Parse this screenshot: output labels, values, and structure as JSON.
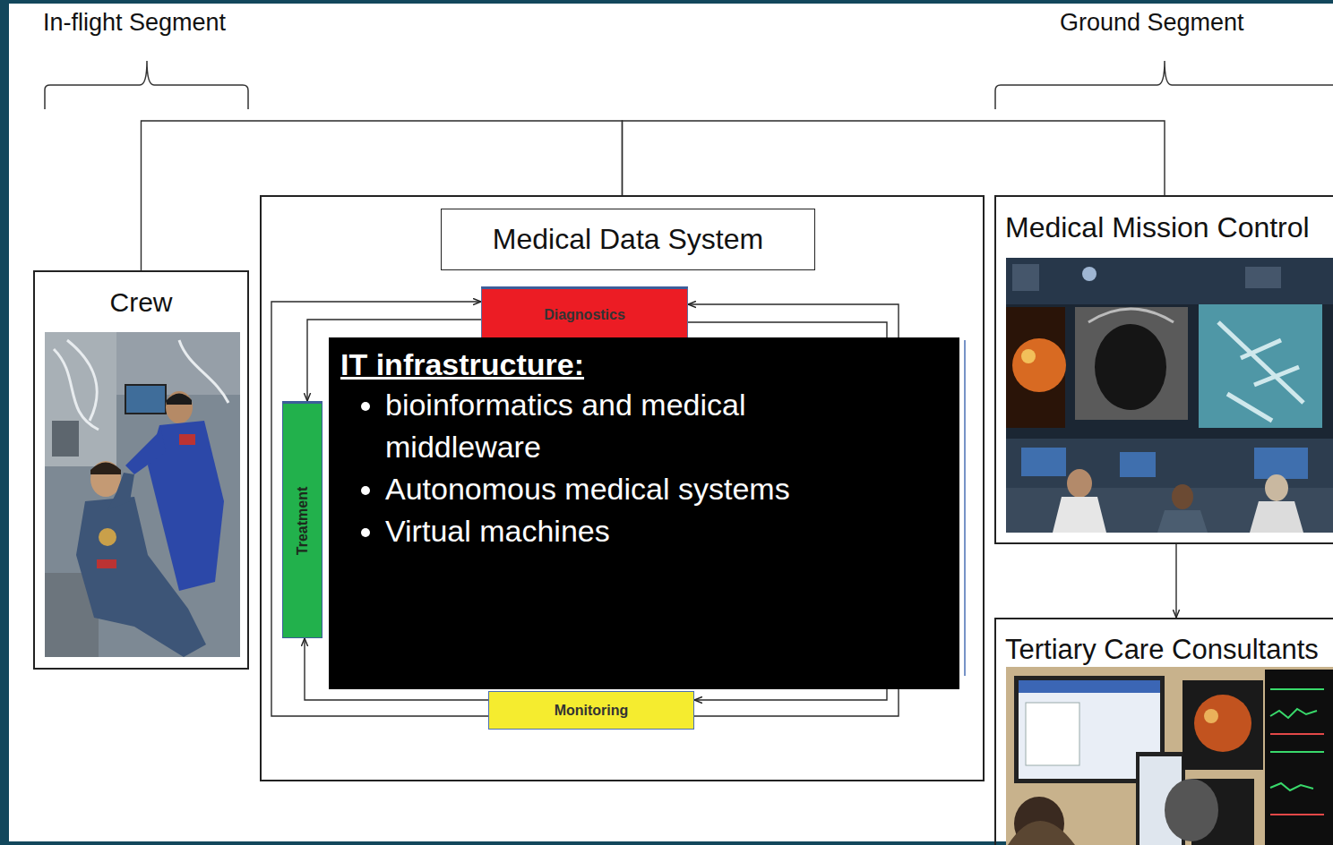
{
  "diagram": {
    "nodes": [
      {
        "text": [
          "Crew"
        ]
      },
      {
        "text": [
          "Medical Data System"
        ]
      },
      {
        "text": [
          "Diagnostics"
        ],
        "in": 1
      },
      {
        "text": [
          "Treatment"
        ],
        "in": 1
      },
      {
        "text": [
          "IT infrastructure:",
          "bioinformatics and medical middleware",
          "Autonomous medical systems",
          "Virtual machines"
        ],
        "in": 1
      },
      {
        "text": [
          "Monitoring"
        ],
        "in": 1
      },
      {
        "text": [
          "Medical Mission Control"
        ]
      },
      {
        "text": [
          "Tertiary Care Consultants"
        ]
      }
    ],
    "edges": [
      {
        "from": 0,
        "to": 1,
        "arrow": "none"
      },
      {
        "from": 1,
        "to": 6,
        "arrow": "none"
      },
      {
        "from": 2,
        "to": 3,
        "arrow": "to"
      },
      {
        "from": 5,
        "to": 2,
        "arrow": "to"
      },
      {
        "from": 5,
        "to": 3,
        "arrow": "to"
      },
      {
        "from": 2,
        "to": 5,
        "arrow": "to"
      },
      {
        "from": 5,
        "to": 2,
        "arrow": "to"
      },
      {
        "from": 6,
        "to": 7,
        "arrow": "to"
      }
    ],
    "labels": [
      "In-flight Segment",
      "Ground Segment"
    ]
  }
}
